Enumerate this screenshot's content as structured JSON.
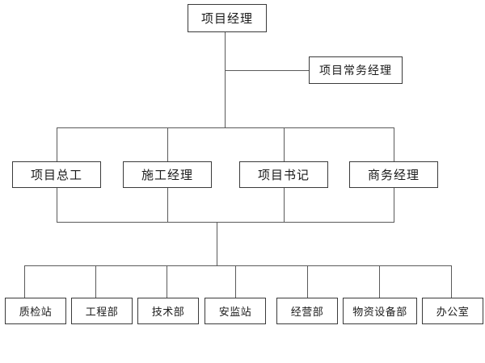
{
  "chart_data": {
    "type": "diagram",
    "diagram_type": "organizational-chart",
    "title": "",
    "orientation": "top-down",
    "background_color": "#ffffff",
    "box_border_color": "#3a3a3a",
    "connector_color": "#5a5a5a",
    "text_color": "#1a1a1a",
    "levels": [
      {
        "level": 1,
        "nodes": [
          {
            "id": "n1",
            "label": "项目经理"
          }
        ]
      },
      {
        "level": 2,
        "nodes": [
          {
            "id": "n2",
            "label": "项目常务经理"
          }
        ]
      },
      {
        "level": 3,
        "nodes": [
          {
            "id": "n3",
            "label": "项目总工"
          },
          {
            "id": "n4",
            "label": "施工经理"
          },
          {
            "id": "n5",
            "label": "项目书记"
          },
          {
            "id": "n6",
            "label": "商务经理"
          }
        ]
      },
      {
        "level": 4,
        "nodes": [
          {
            "id": "n7",
            "label": "质检站"
          },
          {
            "id": "n8",
            "label": "工程部"
          },
          {
            "id": "n9",
            "label": "技术部"
          },
          {
            "id": "n10",
            "label": "安监站"
          },
          {
            "id": "n11",
            "label": "经营部"
          },
          {
            "id": "n12",
            "label": "物资设备部"
          },
          {
            "id": "n13",
            "label": "办公室"
          }
        ]
      }
    ]
  },
  "nodes": {
    "project_manager": "项目经理",
    "executive_manager": "项目常务经理",
    "chief_engineer": "项目总工",
    "construction_manager": "施工经理",
    "project_secretary": "项目书记",
    "commercial_manager": "商务经理",
    "quality_station": "质检站",
    "engineering_dept": "工程部",
    "technology_dept": "技术部",
    "safety_station": "安监站",
    "operations_dept": "经营部",
    "materials_equipment_dept": "物资设备部",
    "office": "办公室"
  }
}
